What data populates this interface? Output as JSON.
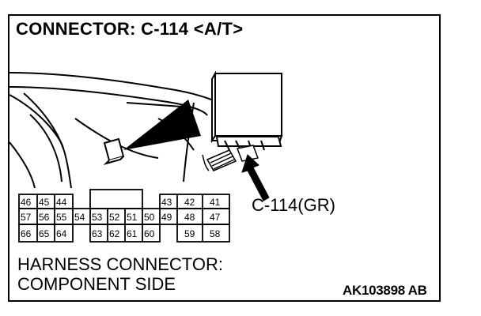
{
  "title": "CONNECTOR: C-114 <A/T>",
  "callout_label": "C-114(GR)",
  "caption_line1": "HARNESS CONNECTOR:",
  "caption_line2": "COMPONENT SIDE",
  "figure_code": "AK103898 AB",
  "connector_pins": {
    "row1": [
      "46",
      "45",
      "44",
      "43",
      "42",
      "41"
    ],
    "row2": [
      "57",
      "56",
      "55",
      "54",
      "53",
      "52",
      "51",
      "50",
      "49",
      "48",
      "47"
    ],
    "row3": [
      "66",
      "65",
      "64",
      "63",
      "62",
      "61",
      "60",
      "59",
      "58"
    ]
  }
}
